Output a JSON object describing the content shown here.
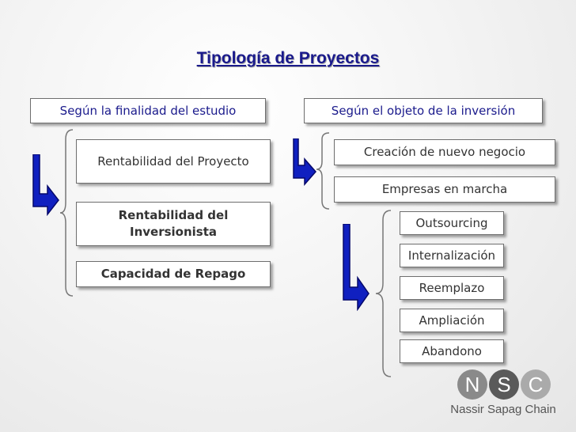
{
  "title": "Tipología de Proyectos",
  "left": {
    "header": "Según la finalidad del estudio",
    "items": [
      "Rentabilidad del Proyecto",
      "Rentabilidad del Inversionista",
      "Capacidad de Repago"
    ]
  },
  "right": {
    "header": "Según el objeto de la inversión",
    "items": [
      "Creación de nuevo negocio",
      "Empresas en marcha"
    ],
    "subitems": [
      "Outsourcing",
      "Internalización",
      "Reemplazo",
      "Ampliación",
      "Abandono"
    ]
  },
  "logo": {
    "letters": [
      "N",
      "S",
      "C"
    ],
    "subtitle": "Nassir Sapag Chain",
    "colors": [
      "#8a8a8a",
      "#5a5a5a",
      "#aaaaaa"
    ]
  },
  "colors": {
    "header_text": "#1a1a8c",
    "arrow_fill": "#1020c0"
  }
}
